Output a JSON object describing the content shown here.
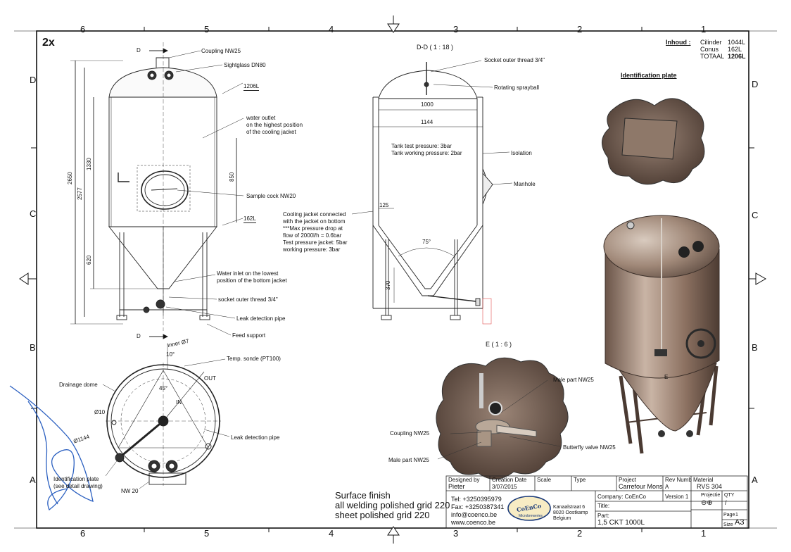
{
  "sheet": {
    "multiplier": "2x",
    "col_labels": [
      "6",
      "5",
      "4",
      "3",
      "2",
      "1"
    ],
    "row_labels": [
      "D",
      "C",
      "B",
      "A"
    ]
  },
  "contents": {
    "heading": "Inhoud :",
    "rows": [
      {
        "label": "Cilinder",
        "value": "1044L"
      },
      {
        "label": "Conus",
        "value": "162L"
      },
      {
        "label": "TOTAAL",
        "value": "1206L"
      }
    ]
  },
  "front_view": {
    "section_marker": "D",
    "labels": {
      "coupling": "Coupling NW25",
      "sightglass": "Sightglass DN80",
      "vol_total": "1206L",
      "water_outlet": "water outlet\non the highest position\nof the cooling jacket",
      "sample_cock": "Sample cock NW20",
      "vol_cone": "162L",
      "water_inlet": "Water inlet on the lowest\nposition of the bottom jacket",
      "socket_outer": "socket outer thread 3/4\"",
      "leak_detection": "Leak detection pipe",
      "feed_support": "Feed support"
    },
    "dims": {
      "d2650": "2650",
      "d2577": "2577",
      "d1330": "1330",
      "d850": "850",
      "d620": "620"
    }
  },
  "section_view": {
    "title": "D-D ( 1 : 18 )",
    "labels": {
      "socket_outer": "Socket outer thread 3/4\"",
      "sprayball": "Rotating sprayball",
      "isolation": "Isolation",
      "manhole": "Manhole",
      "test_pressure": "Tank test pressure: 3bar",
      "working_pressure": "Tank working pressure: 2bar",
      "cooling_note": "Cooling jacket connected\nwith the jacket on bottom\n***Max pressure drop at\nflow of 2000l/h = 0.6bar\nTest pressure jacket: 5bar\nworking pressure: 3bar"
    },
    "dims": {
      "d1000": "1000",
      "d1144": "1144",
      "d125": "125",
      "d75": "75°",
      "d370": "370"
    }
  },
  "top_view": {
    "labels": {
      "drainage_dome": "Drainage dome",
      "temp_sonde": "Temp. sonde (PT100)",
      "leak_detection": "Leak detection pipe",
      "id_plate": "Identification plate\n(see detail drawing)",
      "nw20": "NW 20",
      "out": "OUT",
      "in": "IN"
    },
    "dims": {
      "inner": "inner Ø7",
      "deg10": "10°",
      "deg45": "45°",
      "d10": "Ø10",
      "d1144": "Ø1144"
    }
  },
  "detail_e": {
    "title": "E ( 1 : 6 )",
    "labels": {
      "male_part_top": "Male part NW25",
      "coupling": "Coupling NW25",
      "butterfly": "Butterfly valve NW25",
      "male_part_bottom": "Male part NW25"
    }
  },
  "iso_view": {
    "id_plate_title": "Identification plate",
    "marker_e": "E"
  },
  "surface_finish": {
    "lines": [
      "Surface finish",
      "all welding polished grid 220",
      "sheet polished grid 220"
    ]
  },
  "title_block": {
    "designed_by_label": "Designed by",
    "designed_by": "Pieter",
    "creation_date_label": "Creation Date",
    "creation_date": "3/07/2015",
    "scale_label": "Scale",
    "type_label": "Type",
    "project_label": "Project",
    "project": "Carrefour Mons",
    "rev_label": "Rev Numb",
    "rev": "A",
    "material_label": "Material",
    "material": "RVS 304",
    "tel": "Tel: +3250395979",
    "fax": "Fax: +3250387341",
    "email": "info@coenco.be",
    "web": "www.coenco.be",
    "logo_text": "CoEnCo",
    "logo_sub": "Microbreweries",
    "address": [
      "Kanaalstraat 6",
      "8020 Oostkamp",
      "Belgium"
    ],
    "company": "Company: CoEnCo",
    "version": "Version  1",
    "projection_label": "Projectie",
    "qty_label": "QTY",
    "qty": "/",
    "title_label": "Title:",
    "part_label": "Part:",
    "part": "1,5 CKT 1000L",
    "page_label": "Page",
    "page": "1",
    "size_label": "Size",
    "size": "A3"
  }
}
